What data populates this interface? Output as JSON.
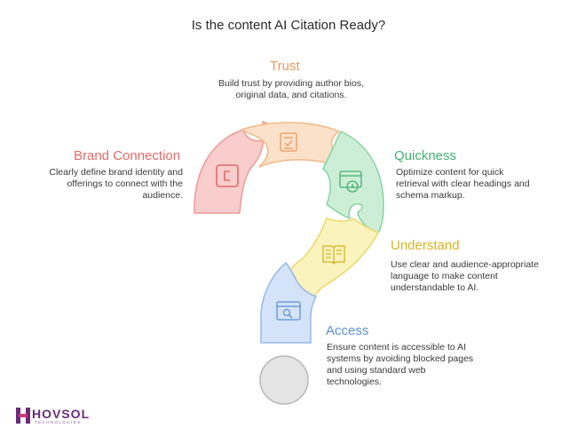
{
  "title": "Is the content AI Citation Ready?",
  "sections": {
    "trust": {
      "title": "Trust",
      "description": "Build trust by providing author bios, original data, and citations.",
      "color": "#e79a5c",
      "fill": "#fce1ca",
      "stroke": "#f2b885",
      "icon": "document-check-icon"
    },
    "brand": {
      "title": "Brand Connection",
      "description": "Clearly define brand identity and offerings to connect with the audience.",
      "color": "#e36a67",
      "fill": "#f8cdcc",
      "stroke": "#eb9a97",
      "icon": "bracket-icon"
    },
    "quickness": {
      "title": "Quickness",
      "description": "Optimize content for quick retrieval with clear headings and schema markup.",
      "color": "#43b06e",
      "fill": "#cdeed6",
      "stroke": "#86d39f",
      "icon": "browser-stopwatch-icon"
    },
    "understand": {
      "title": "Understand",
      "description": "Use clear and audience-appropriate language to make content understandable to AI.",
      "color": "#d6b422",
      "fill": "#fbf3bd",
      "stroke": "#ecd76a",
      "icon": "open-book-icon"
    },
    "access": {
      "title": "Access",
      "description": "Ensure content is accessible to AI systems by avoiding blocked pages and using standard web technologies.",
      "color": "#5b8fd6",
      "fill": "#d5e3f8",
      "stroke": "#97b8ea",
      "icon": "browser-search-icon"
    }
  },
  "dot": {
    "fill": "#e4e4e4",
    "stroke": "#b8b8b8"
  },
  "logo": {
    "name": "HOVSOL",
    "sub": "TECHNOLOGIES",
    "color": "#6b2a7a"
  }
}
